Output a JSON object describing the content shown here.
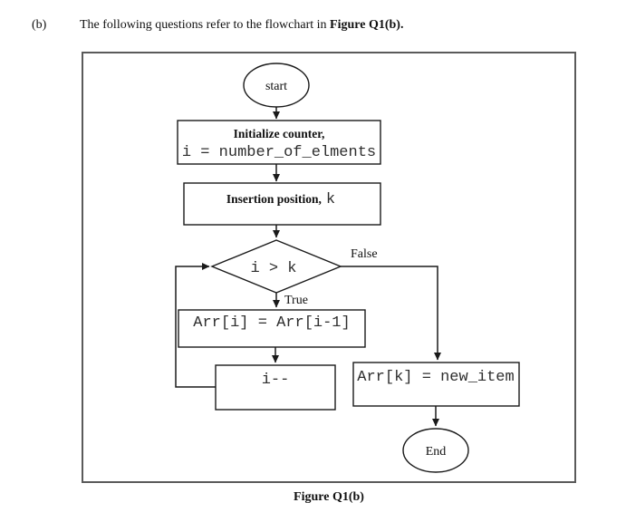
{
  "page": {
    "item_label": "(b)",
    "intro_text": "The following questions refer to the flowchart in",
    "intro_bold": "Figure Q1(b).",
    "caption": "Figure Q1(b)"
  },
  "flowchart": {
    "start_label": "start",
    "init_line1": "Initialize counter,",
    "init_line2": "i = number_of_elments",
    "insertion_label": "Insertion position,",
    "insertion_var": "k",
    "condition_label": "i > k",
    "false_label": "False",
    "true_label": "True",
    "shift_label": "Arr[i] = Arr[i-1]",
    "decrement_label": "i--",
    "insert_label": "Arr[k] = new_item",
    "end_label": "End"
  },
  "colors": {
    "line": "#1a1a1a",
    "serif_text": "#101010",
    "mono_text": "#2e2e2e",
    "frame_border": "#5a5a5a",
    "background": "#ffffff"
  }
}
